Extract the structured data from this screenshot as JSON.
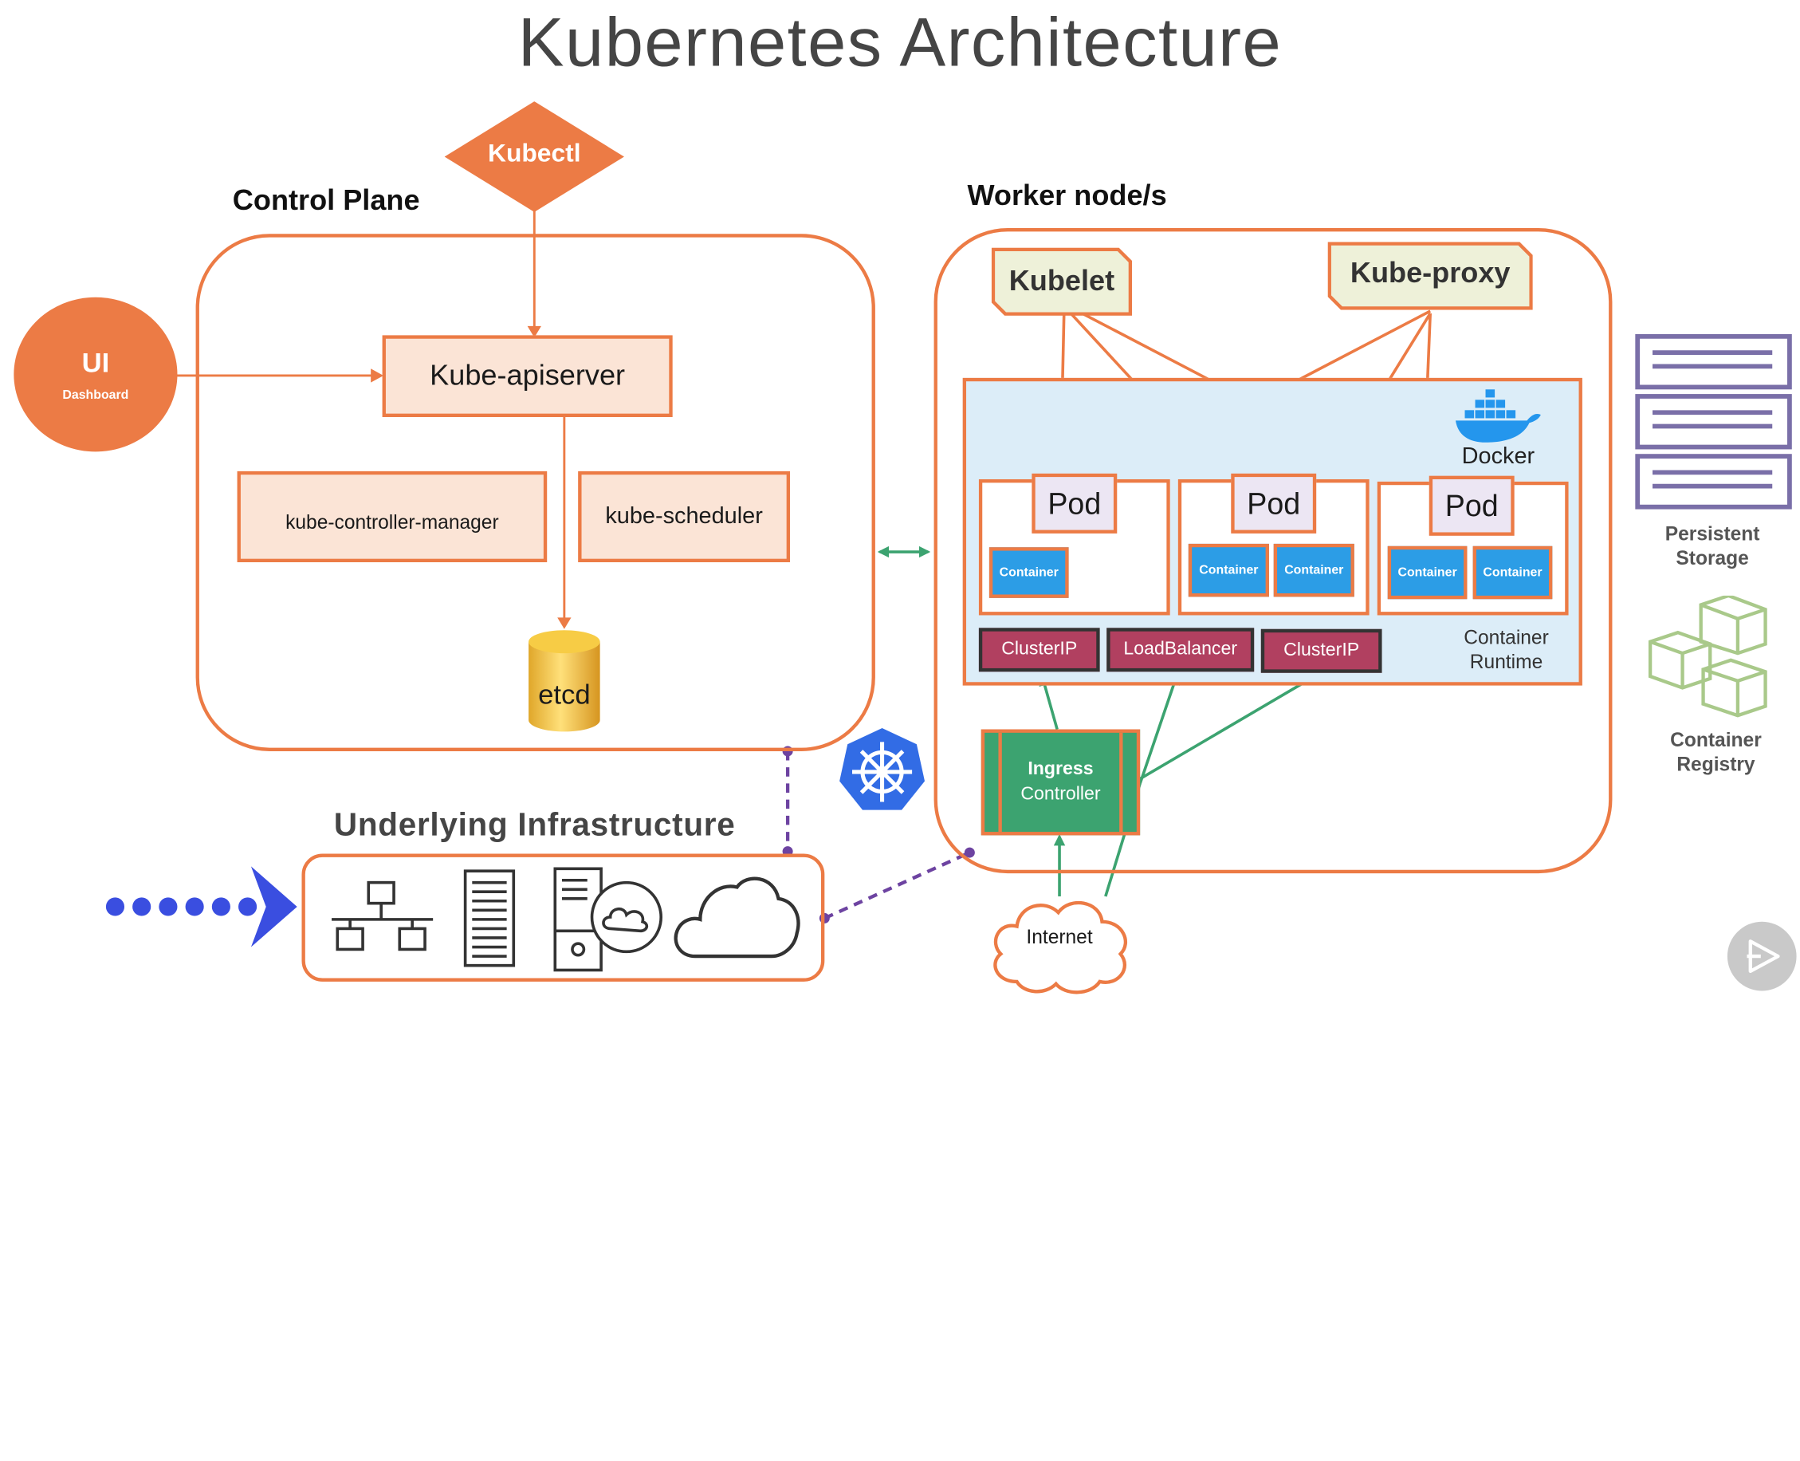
{
  "title": "Kubernetes Architecture",
  "control_plane": {
    "label": "Control Plane",
    "apiserver": "Kube-apiserver",
    "controller_manager": "kube-controller-manager",
    "scheduler": "kube-scheduler",
    "etcd": "etcd"
  },
  "kubectl": "Kubectl",
  "ui": {
    "title": "UI",
    "subtitle": "Dashboard"
  },
  "worker": {
    "label": "Worker node/s",
    "kubelet": "Kubelet",
    "kube_proxy": "Kube-proxy",
    "docker": "Docker",
    "pods": [
      "Pod",
      "Pod",
      "Pod"
    ],
    "container": "Container",
    "runtime_line1": "Container",
    "runtime_line2": "Runtime",
    "services": [
      "ClusterIP",
      "LoadBalancer",
      "ClusterIP"
    ],
    "ingress_line1": "Ingress",
    "ingress_line2": "Controller"
  },
  "internet": "Internet",
  "infrastructure": {
    "label": "Underlying Infrastructure"
  },
  "side": {
    "storage_line1": "Persistent",
    "storage_line2": "Storage",
    "registry_line1": "Container",
    "registry_line2": "Registry"
  },
  "colors": {
    "orange": "#ec7b45",
    "green": "#3ca370",
    "purple": "#6d43a1",
    "blue": "#3a4ee0",
    "k8s_blue": "#326ce5",
    "container_blue": "#2c9de6",
    "service_red": "#b14060"
  }
}
